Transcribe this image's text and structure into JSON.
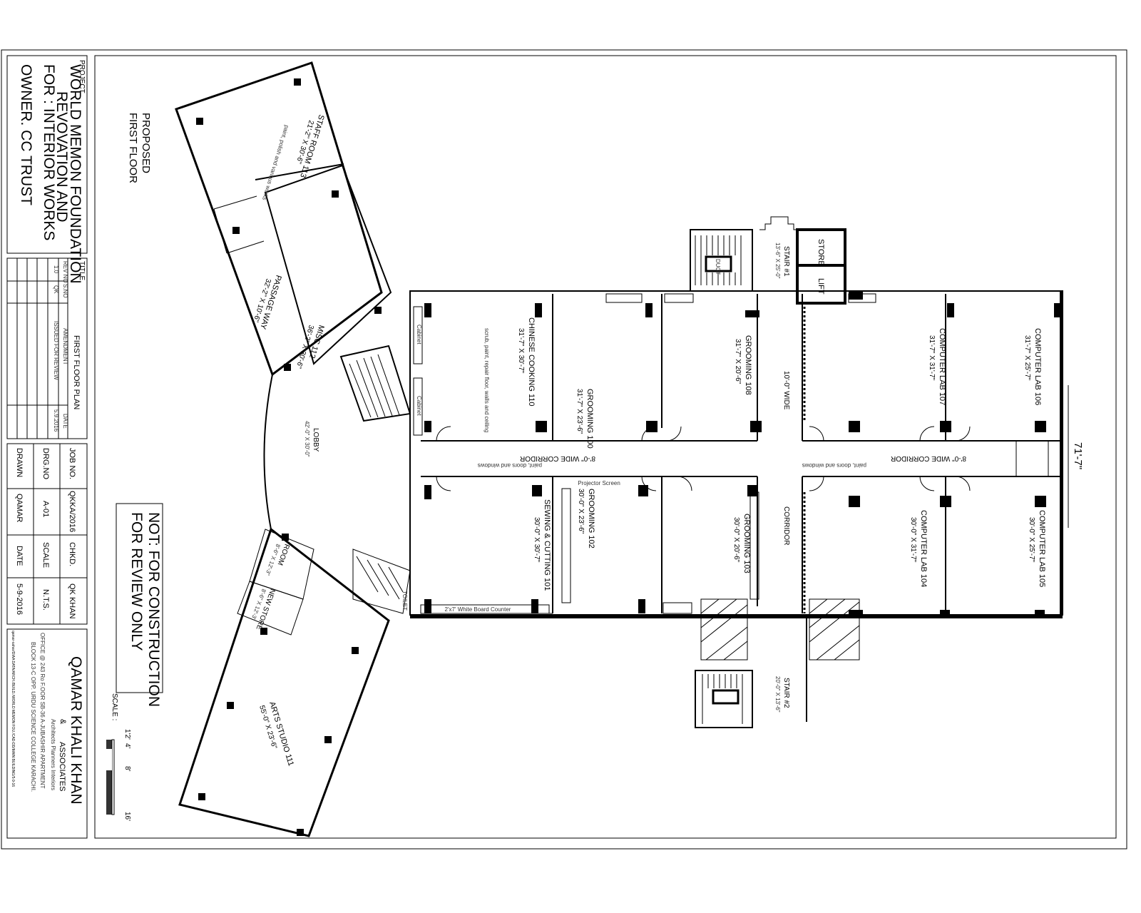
{
  "drawing": {
    "heading": [
      "PROPOSED",
      "FIRST FLOOR"
    ],
    "disclaimer": [
      "NOT: FOR CONSTRUCTION",
      "FOR REVIEW ONLY"
    ],
    "scale_label": "SCALE :",
    "scale_ticks": [
      "1'2'",
      "4'",
      "8'",
      "16'"
    ],
    "overall_dimension": "71'-7\""
  },
  "title_block": {
    "project_label": "PROJECT",
    "project_lines": [
      "WORLD MEMON FOUNDATION",
      "REVOVATION AND",
      "FOR :  INTERIOR WORKS",
      "OWNER. CC TRUST"
    ],
    "title_label": "TITLE",
    "title": "FIRST FLOOR PLAN",
    "revision_headers": [
      "REV NO",
      "S.NO",
      "AMENDMENT",
      "DATE"
    ],
    "revision_row": [
      "1.0",
      "QK",
      "ISSUED FOR REVIEW",
      "5.9.2016"
    ],
    "job_no_label": "JOB NO.",
    "job_no": "QKKA/2016",
    "chkd_label": "CHKD.",
    "chkd": "QK KHAN",
    "drg_no_label": "DRG.NO",
    "drg_no": "A-01",
    "scale_label": "SCALE",
    "scale": "N.T.S.",
    "drawn_label": "DRAWN",
    "drawn": "QAMAR",
    "date_label": "DATE",
    "date": "5-9-2016",
    "firm": "QAMAR KHALI KHAN",
    "firm_amp": "&",
    "firm_associates": "ASSOCIATES",
    "firm_tagline": "Architects Planners Interiors",
    "address_1": "OFFICE @ 243 Ro F.OOR SB-36 A-JUBASHIR APARTMENT",
    "address_2": "BLOCK 13-C OPP. URDU SCIENCE COLLEGE KARACHI.",
    "file_path": "qamar-sahar/DIAA DATA/ARCH./BUILD./WORLD MEMON FOU./CAD-DD/MAIN BUILDING/5-9-16"
  },
  "rooms": [
    {
      "name": "CHINESE COOKING 110",
      "size": "31'-7\" X 30'-7\""
    },
    {
      "name": "GROOMING 100",
      "size": "31'-7\" X 23'-6\""
    },
    {
      "name": "GROOMING 108",
      "size": "31'-7\" X 20'-6\""
    },
    {
      "name": "COMPUTER LAB 107",
      "size": "31'-7\" X 31'-7\""
    },
    {
      "name": "COMPUTER LAB 106",
      "size": "31'-7\" X 25'-7\""
    },
    {
      "name": "SEWING & CUTTING 101",
      "size": "30'-0\" X 30'-7\""
    },
    {
      "name": "GROOMING 102",
      "size": "30'-0\" X 23'-6\""
    },
    {
      "name": "GROOMING 103",
      "size": "30'-0\" X 20'-6\""
    },
    {
      "name": "COMPUTER LAB 104",
      "size": "30'-0\" X 31'-7\""
    },
    {
      "name": "COMPUTER LAB 105",
      "size": "30'-0\" X 25'-7\""
    },
    {
      "name": "STAFF ROOM 113",
      "size": "21'-2\" X 30'-6\""
    },
    {
      "name": "PASSAGE WAY",
      "size": "32'-2\" X 10'-6\""
    },
    {
      "name": "MISC 112",
      "size": "36'-2\" X 30'-6\""
    },
    {
      "name": "ARTS STUDIO 111",
      "size": "55'-0\" X 23'-6\""
    },
    {
      "name": "ROOM",
      "size": "8'-6\" X 12'-3\""
    },
    {
      "name": "NEW STORE",
      "size": "8'-6\" X 12'-3\""
    },
    {
      "name": "STAIR #1",
      "size": "13'-6\" X 25'-0\""
    },
    {
      "name": "STAIR #2",
      "size": "20'-0\" X 13'-6\""
    },
    {
      "name": "LOBBY",
      "size": "42'-0\" X 30'-0\""
    }
  ],
  "labels": {
    "store": "STORE",
    "lift": "LIFT",
    "duct": "DUCT",
    "corridor": "CORRIDOR",
    "corridor_width": "10'-0\" WIDE",
    "wide_corridor": "8'-0\" WIDE CORRIDOR",
    "toilet": "TOILET",
    "cabinet": "Cabinet",
    "projector_screen": "Projector Screen",
    "white_board": "2'x7' White Board Counter",
    "window_note": "paint, doors and windows",
    "room_note": "scrub, paint, repair floor, walls and ceiling",
    "paint_note": "paint, polish and various works"
  }
}
